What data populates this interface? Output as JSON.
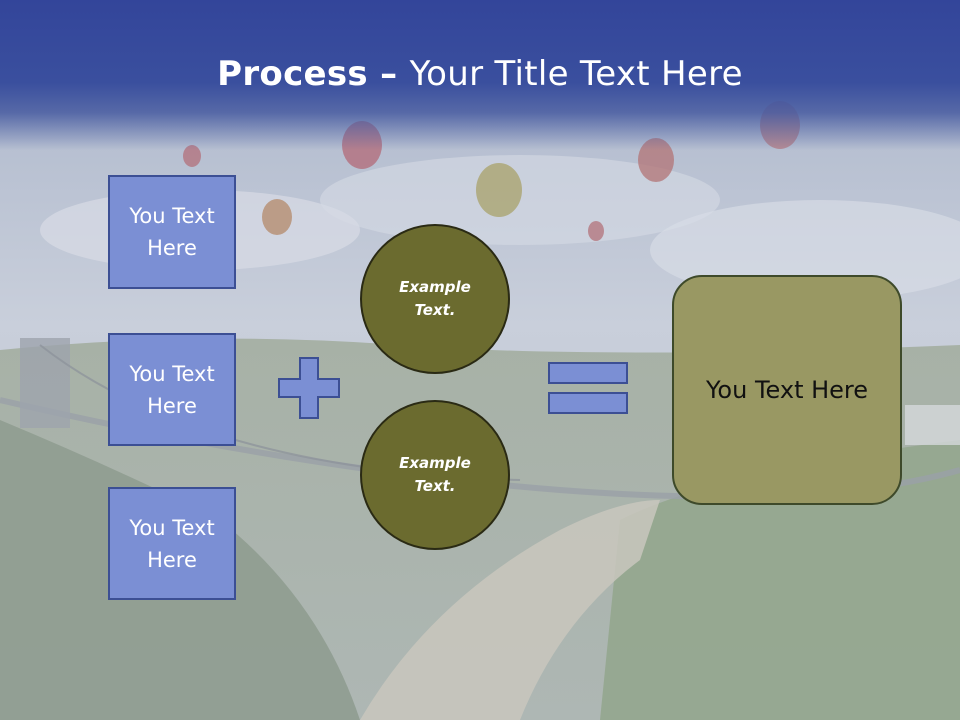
{
  "title": {
    "bold": "Process",
    "dash": " – ",
    "rest": "Your Title Text Here"
  },
  "boxes": [
    {
      "label": "You Text Here"
    },
    {
      "label": "You Text Here"
    },
    {
      "label": "You Text Here"
    }
  ],
  "circles": [
    {
      "label": "Example Text."
    },
    {
      "label": "Example Text."
    }
  ],
  "result": {
    "label": "You Text Here"
  },
  "colors": {
    "title_band": "#33459a",
    "box_fill": "#7b8fd4",
    "circle_fill": "#6b6b2f",
    "result_fill": "#999863"
  }
}
